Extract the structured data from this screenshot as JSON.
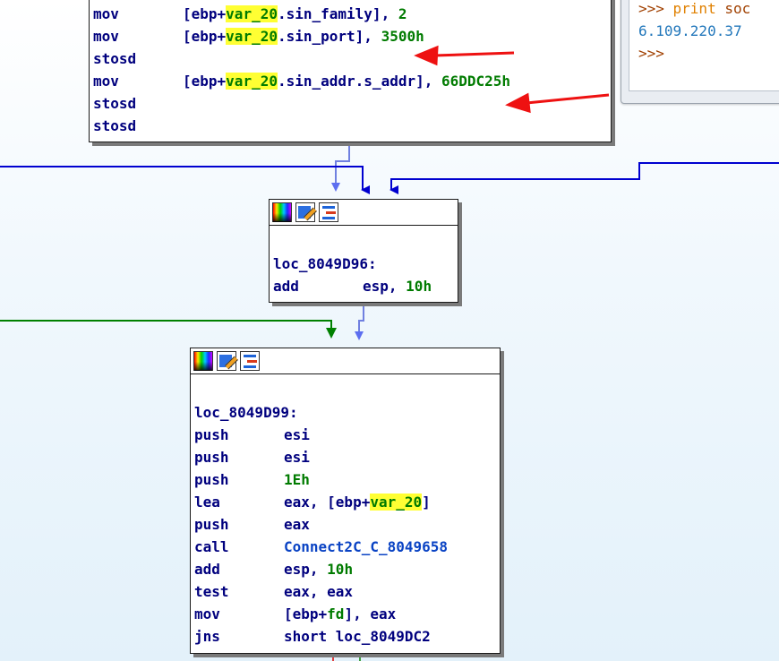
{
  "blocks": {
    "top": {
      "lines": [
        {
          "op": "mov",
          "pre": "[ebp+",
          "hl": "var_20",
          "post": ".sin_family], ",
          "num": "2"
        },
        {
          "op": "mov",
          "pre": "[ebp+",
          "hl": "var_20",
          "post": ".sin_port], ",
          "num": "3500h"
        },
        {
          "op": "stosd"
        },
        {
          "op": "mov",
          "pre": "[ebp+",
          "hl": "var_20",
          "post": ".sin_addr.s_addr], ",
          "num": "66DDC25h"
        },
        {
          "op": "stosd"
        },
        {
          "op": "stosd"
        }
      ]
    },
    "mid": {
      "label": "loc_8049D96:",
      "lines": [
        {
          "op": "add",
          "operand": "esp, ",
          "num": "10h"
        }
      ]
    },
    "bottom": {
      "label": "loc_8049D99:",
      "lines": [
        {
          "op": "push",
          "operand": "esi"
        },
        {
          "op": "push",
          "operand": "esi"
        },
        {
          "op": "push",
          "num": "1Eh"
        },
        {
          "op": "lea",
          "pre": "eax, [ebp+",
          "hl": "var_20",
          "post": "]"
        },
        {
          "op": "push",
          "operand": "eax"
        },
        {
          "op": "call",
          "sym": "Connect2C_C_8049658"
        },
        {
          "op": "add",
          "operand": "esp, ",
          "num": "10h"
        },
        {
          "op": "test",
          "operand": "eax, eax"
        },
        {
          "op": "mov",
          "pre": "[ebp+",
          "grn": "fd",
          "post": "], eax"
        },
        {
          "op": "jns",
          "operand": "short loc_8049DC2"
        }
      ]
    }
  },
  "python_console": {
    "line1_prompt": ">>> ",
    "line1_kw": "print",
    "line1_rest": " soc",
    "line2_output": "6.109.220.37",
    "line3_prompt": ">>>"
  },
  "icons": [
    "color-palette-icon",
    "edit-pencil-icon",
    "graph-overview-icon"
  ],
  "colors": {
    "text": "#00007e",
    "highlight_bg": "#ffff33",
    "highlight_fg": "#007b00",
    "edge_blue": "#0000d0",
    "edge_green": "#008000",
    "edge_light": "#7080e0",
    "annotation_arrow": "#ee1111"
  }
}
